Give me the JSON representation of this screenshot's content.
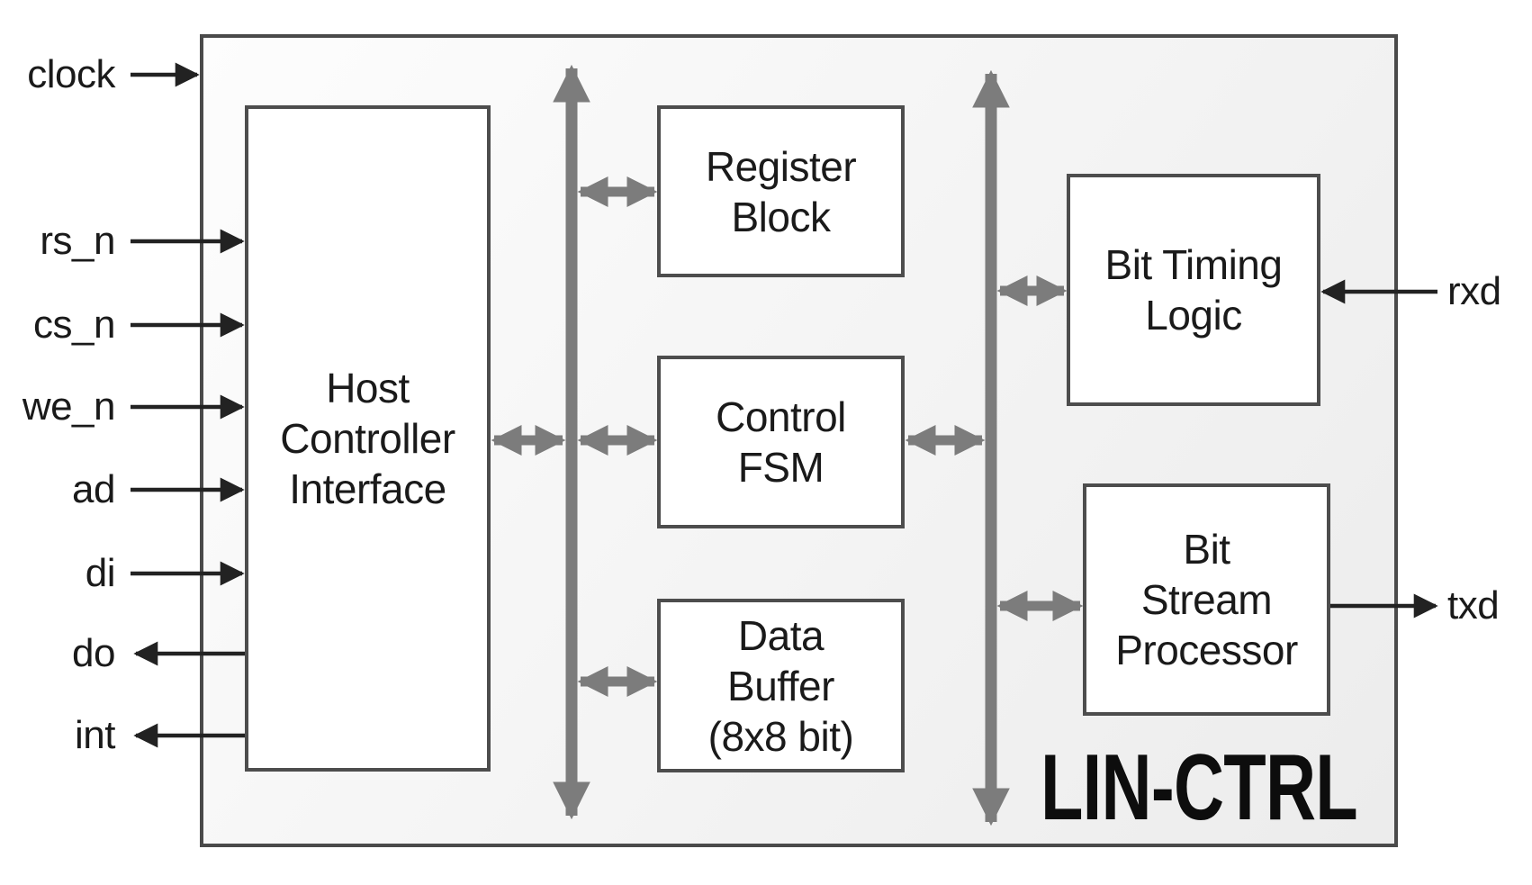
{
  "chip": {
    "name": "LIN-CTRL"
  },
  "blocks": {
    "host": {
      "label": "Host\nController\nInterface"
    },
    "register": {
      "label": "Register\nBlock"
    },
    "fsm": {
      "label": "Control\nFSM"
    },
    "buffer": {
      "label": "Data\nBuffer\n(8x8 bit)"
    },
    "bit_timing": {
      "label": "Bit Timing\nLogic"
    },
    "bit_stream": {
      "label": "Bit\nStream\nProcessor"
    }
  },
  "left_signals": [
    {
      "name": "clock",
      "direction": "in"
    },
    {
      "name": "rs_n",
      "direction": "in"
    },
    {
      "name": "cs_n",
      "direction": "in"
    },
    {
      "name": "we_n",
      "direction": "in"
    },
    {
      "name": "ad",
      "direction": "in"
    },
    {
      "name": "di",
      "direction": "in"
    },
    {
      "name": "do",
      "direction": "out"
    },
    {
      "name": "int",
      "direction": "out"
    }
  ],
  "right_signals": [
    {
      "name": "rxd",
      "direction": "in"
    },
    {
      "name": "txd",
      "direction": "out"
    }
  ],
  "connections": [
    {
      "from": "host-controller-interface",
      "to": "internal-bus-left",
      "type": "bidirectional"
    },
    {
      "from": "internal-bus-left",
      "to": "register-block",
      "type": "bidirectional"
    },
    {
      "from": "internal-bus-left",
      "to": "control-fsm",
      "type": "bidirectional"
    },
    {
      "from": "internal-bus-left",
      "to": "data-buffer",
      "type": "bidirectional"
    },
    {
      "from": "control-fsm",
      "to": "internal-bus-right",
      "type": "bidirectional"
    },
    {
      "from": "internal-bus-right",
      "to": "bit-timing-logic",
      "type": "bidirectional"
    },
    {
      "from": "internal-bus-right",
      "to": "bit-stream-processor",
      "type": "bidirectional"
    }
  ],
  "colors": {
    "bus_gray": "#7c7c7c",
    "signal_black": "#222222",
    "box_border": "#4d4d4d",
    "outer_border": "#4a4a4a",
    "outer_fill": "#f2f2f2",
    "block_fill": "#ffffff",
    "text": "#1a1a1a"
  }
}
